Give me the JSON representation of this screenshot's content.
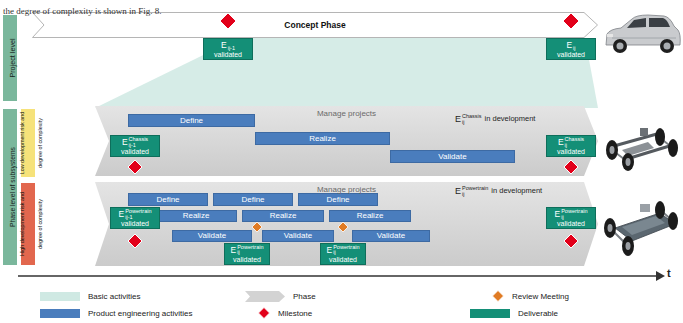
{
  "diagram": {
    "nodes": [
      {
        "text": [
          "Project level"
        ]
      },
      {
        "text": [
          "Concept Phase"
        ]
      },
      {
        "text": [
          "E",
          "ij-1",
          "validated"
        ]
      },
      {
        "text": [
          "E",
          "ij",
          "validated"
        ]
      },
      {
        "text": [
          "Phase level of subsystems"
        ]
      },
      {
        "text": [
          "Low development risk and degree of complexity"
        ]
      },
      {
        "text": [
          "High development risk and degree of complexity"
        ]
      },
      {
        "text": [
          "Manage projects"
        ]
      },
      {
        "text": [
          "Define"
        ],
        "in": 7
      },
      {
        "text": [
          "Realize"
        ],
        "in": 7
      },
      {
        "text": [
          "Validate"
        ],
        "in": 7
      },
      {
        "text": [
          "E",
          "ij-1",
          "Chassis",
          "validated"
        ],
        "in": 7
      },
      {
        "text": [
          "E",
          "ij",
          "Chassis",
          "validated"
        ],
        "in": 7
      },
      {
        "text": [
          "Manage projects"
        ]
      },
      {
        "text": [
          "Define"
        ],
        "in": 13
      },
      {
        "text": [
          "Define"
        ],
        "in": 13
      },
      {
        "text": [
          "Define"
        ],
        "in": 13
      },
      {
        "text": [
          "Realize"
        ],
        "in": 13
      },
      {
        "text": [
          "Realize"
        ],
        "in": 13
      },
      {
        "text": [
          "Realize"
        ],
        "in": 13
      },
      {
        "text": [
          "Validate"
        ],
        "in": 13
      },
      {
        "text": [
          "Validate"
        ],
        "in": 13
      },
      {
        "text": [
          "Validate"
        ],
        "in": 13
      },
      {
        "text": [
          "E",
          "ij-1",
          "Powertrain",
          "validated"
        ],
        "in": 13
      },
      {
        "text": [
          "E",
          "ij",
          "Powertrain",
          "validated"
        ],
        "in": 13
      },
      {
        "text": [
          "E",
          "ij",
          "Powertrain",
          "validated"
        ],
        "in": 13
      },
      {
        "text": [
          "E",
          "ij",
          "Powertrain",
          "validated"
        ],
        "in": 13
      }
    ],
    "labels": [
      "the degree of complexity is shown in Fig. 8.",
      "E",
      "ij",
      "Chassis",
      "in development",
      "E",
      "ij",
      "Powertrain",
      "in development",
      "t"
    ],
    "legend": [
      {
        "text": "Basic activities",
        "color": "#cfe9e3"
      },
      {
        "text": "Phase"
      },
      {
        "text": "Review Meeting"
      },
      {
        "text": "Product engineering activities",
        "color": "#4a7dbd"
      },
      {
        "text": "Milestone"
      },
      {
        "text": "Deliverable",
        "color": "#148f77"
      }
    ]
  }
}
